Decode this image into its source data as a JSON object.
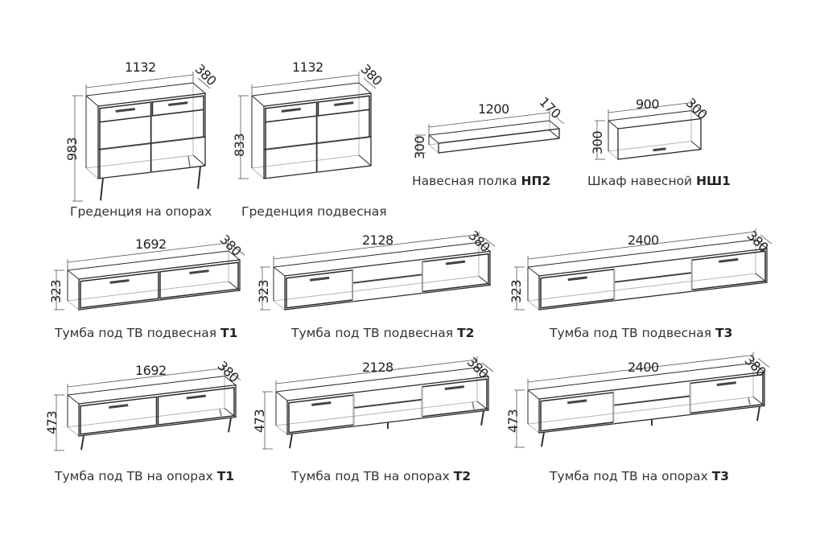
{
  "items": [
    {
      "id": "sideboard-legs",
      "width": "1132",
      "depth": "380",
      "height": "983",
      "caption": "Греденция на опорах",
      "code": ""
    },
    {
      "id": "sideboard-wall",
      "width": "1132",
      "depth": "380",
      "height": "833",
      "caption": "Греденция подвесная",
      "code": ""
    },
    {
      "id": "wall-shelf",
      "width": "1200",
      "depth": "170",
      "height": "300",
      "caption": "Навесная полка ",
      "code": "НП2"
    },
    {
      "id": "wall-cabinet",
      "width": "900",
      "depth": "300",
      "height": "300",
      "caption": "Шкаф навесной ",
      "code": "НШ1"
    },
    {
      "id": "tv-wall-t1",
      "width": "1692",
      "depth": "380",
      "height": "323",
      "caption": "Тумба под ТВ подвесная ",
      "code": "Т1"
    },
    {
      "id": "tv-wall-t2",
      "width": "2128",
      "depth": "380",
      "height": "323",
      "caption": "Тумба под ТВ подвесная ",
      "code": "Т2"
    },
    {
      "id": "tv-wall-t3",
      "width": "2400",
      "depth": "380",
      "height": "323",
      "caption": "Тумба под ТВ подвесная ",
      "code": "Т3"
    },
    {
      "id": "tv-legs-t1",
      "width": "1692",
      "depth": "380",
      "height": "473",
      "caption": "Тумба под ТВ на опорах ",
      "code": "Т1"
    },
    {
      "id": "tv-legs-t2",
      "width": "2128",
      "depth": "380",
      "height": "473",
      "caption": "Тумба под ТВ на опорах ",
      "code": "Т2"
    },
    {
      "id": "tv-legs-t3",
      "width": "2400",
      "depth": "380",
      "height": "473",
      "caption": "Тумба под ТВ на опорах ",
      "code": "Т3"
    }
  ],
  "colors": {
    "line": "#2a2a2a",
    "inner": "#b5b5b5",
    "dim": "#555555"
  }
}
